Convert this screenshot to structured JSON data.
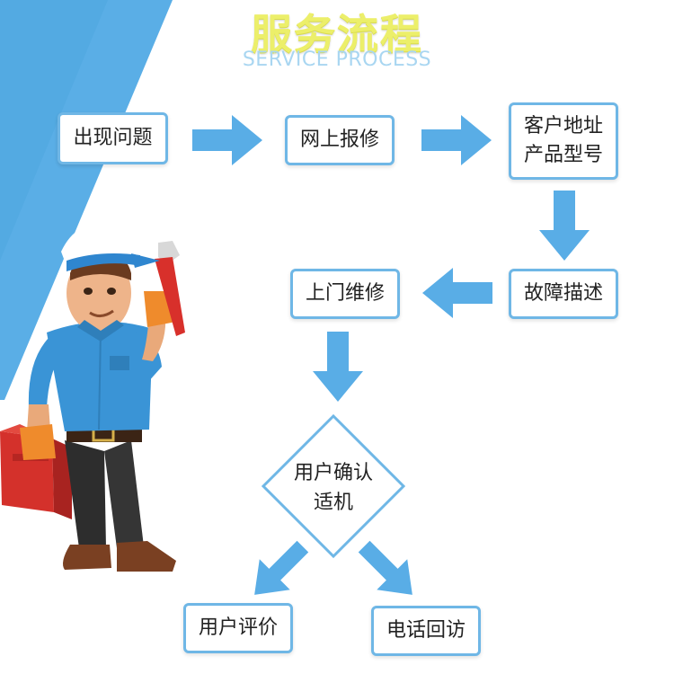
{
  "title": "服务流程",
  "subtitle": "SERVICE PROCESS",
  "colors": {
    "accent_blue": "#59ade6",
    "box_border": "#6fb7e6",
    "title_yellow": "#ecef6a",
    "subtitle_blue": "#a9d6f1"
  },
  "steps": {
    "problem": "出现问题",
    "online_repair": "网上报修",
    "address_line1": "客户地址",
    "address_line2": "产品型号",
    "fault_desc": "故障描述",
    "onsite_repair": "上门维修",
    "confirm_line1": "用户确认",
    "confirm_line2": "适机",
    "rating": "用户评价",
    "callback": "电话回访"
  },
  "illustration": "repair-worker-with-wrench-and-toolbox"
}
